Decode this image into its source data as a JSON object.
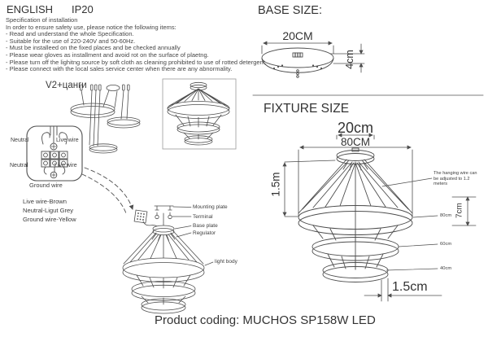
{
  "header": {
    "language": "ENGLISH",
    "ip_rating": "IP20"
  },
  "specification": {
    "title": "Specification of installation",
    "intro": "In order to ensure safety use, please notice the following items:",
    "items": [
      "- Read and understand the whole Specification.",
      "- Suitable for the use of 220-240V and 50-60Hz.",
      "- Must be installeed on the fixed places and be checked annually",
      "- Please wear gloves as installment and avoid rot on the surface of plaetng.",
      "- Please turn off the lighitng source by soft cloth as cleaning prohibited to use of rotted detergent.",
      "- Please connect with the local sales service center when there are any abnormality."
    ]
  },
  "base_size": {
    "title": "BASE SIZE:",
    "diameter_label": "20CM",
    "height_label": "4cm"
  },
  "variant_label": "V2+цанги",
  "wiring": {
    "neutral_top": "Neutral",
    "live_top": "Live wire",
    "neutral_bottom": "Neutral",
    "live_bottom": "Live wire",
    "ground": "Ground wire",
    "legend": [
      "Live wire-Brown",
      "Neutral-Ligut Grey",
      "Ground wire-Yellow"
    ]
  },
  "installation": {
    "mounting_plate": "Mounting plate",
    "terminal": "Terminal",
    "base_plate": "Base plate",
    "regulator": "Regulator",
    "light_body": "light body"
  },
  "fixture_size": {
    "title": "FIXTURE SIZE",
    "canopy_diameter": "20cm",
    "max_diameter": "80CM",
    "drop_height": "1.5m",
    "ring_height": "7cm",
    "note": "The hanging wire can be adjusted to 1.2 meters",
    "ring_diameters": [
      "80cm",
      "60cm",
      "40cm"
    ],
    "ring_thickness": "1.5cm"
  },
  "footer": {
    "product_coding": "Product coding: MUCHOS SP158W LED"
  },
  "colors": {
    "line": "#4d4d4d",
    "text": "#3e3e3e",
    "background": "#ffffff"
  }
}
